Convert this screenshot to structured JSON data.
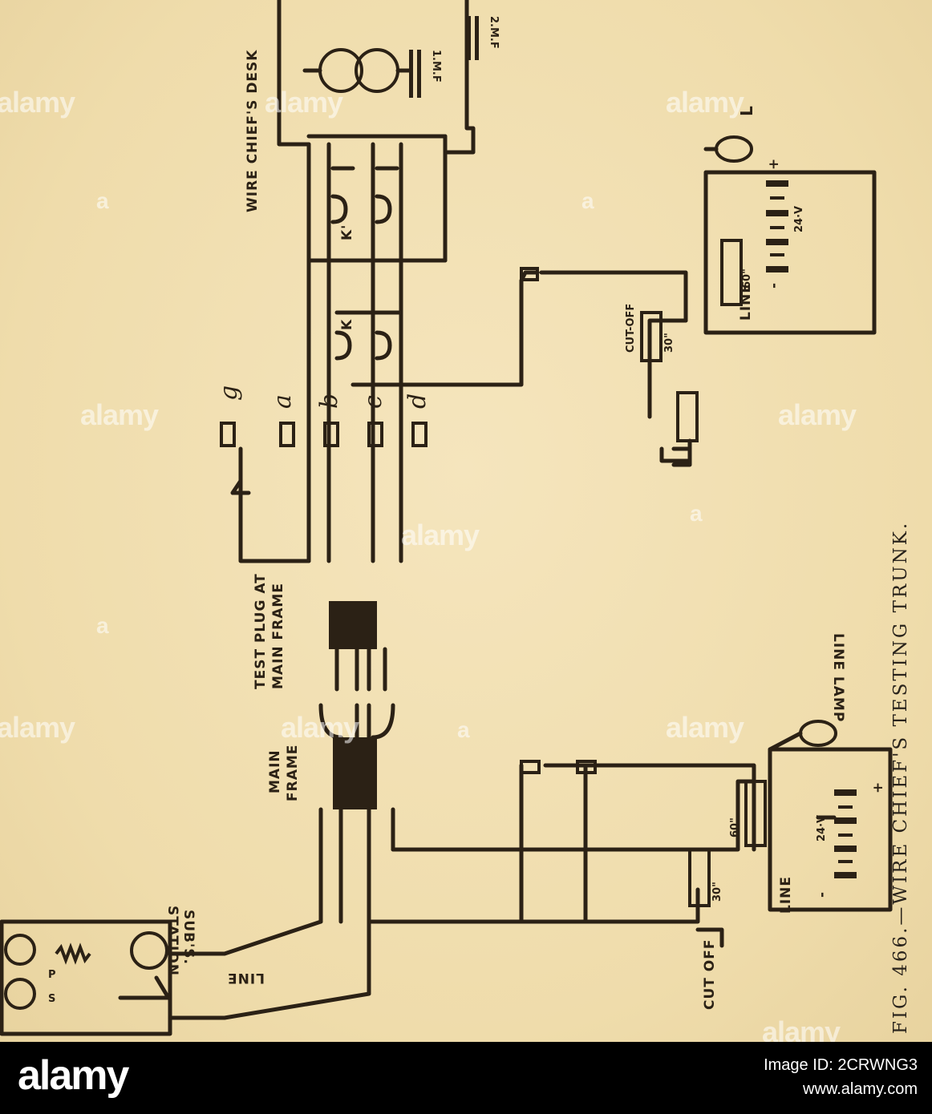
{
  "labels": {
    "wire_chiefs_desk": "WIRE CHIEF'S DESK",
    "test_plug_line1": "TEST PLUG AT",
    "test_plug_line2": "MAIN FRAME",
    "main_frame_line1": "MAIN",
    "main_frame_line2": "FRAME",
    "subs_station_line1": "SUB'S.",
    "subs_station_line2": "STATION.",
    "line_lamp": "LINE LAMP",
    "line_mirrored": "LINE",
    "cut_off": "CUT-OFF",
    "cut_off_lower": "CUT OFF",
    "line_relay_upper": "LINE",
    "line_relay_lower": "LINE",
    "relay_60_upper": "60\"",
    "relay_60_lower": "60\"",
    "relay_30_upper": "30\"",
    "relay_30_lower": "30\"",
    "battery_upper": "24·V",
    "battery_lower": "24·V",
    "key_k": "K",
    "key_k_prime": "K'",
    "lamp_L": "L",
    "cap_2mf": "2.M.F",
    "cap_1mf": "1.M.F",
    "plug_g": "g",
    "plug_a": "a",
    "plug_b": "b",
    "plug_c": "c",
    "plug_d": "d",
    "coil_P": "P",
    "coil_S": "S",
    "plus_upper": "+",
    "minus_upper": "-",
    "plus_lower": "+",
    "minus_lower": "-"
  },
  "caption": "FIG. 466.—WIRE CHIEF'S TESTING TRUNK.",
  "watermark": "alamy",
  "watermark_small": "a",
  "footer": {
    "logo": "alamy",
    "image_id": "Image ID: 2CRWNG3",
    "site": "www.alamy.com"
  }
}
